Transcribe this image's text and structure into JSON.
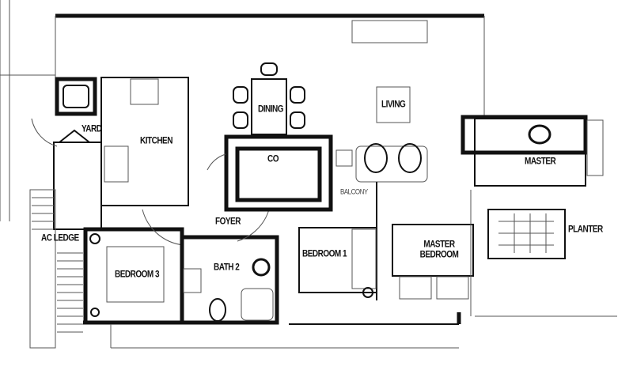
{
  "rooms": {
    "yard": "YARD",
    "kitchen": "KITCHEN",
    "dining": "DINING",
    "living": "LIVING",
    "closet": "CO",
    "foyer": "FOYER",
    "ac_ledge": "AC LEDGE",
    "bedroom3": "BEDROOM 3",
    "bath2": "BATH 2",
    "bedroom1": "BEDROOM 1",
    "master_bedroom": "MASTER BEDROOM",
    "master_bath": "MASTER",
    "planter": "PLANTER",
    "balcony": "BALCONY"
  }
}
